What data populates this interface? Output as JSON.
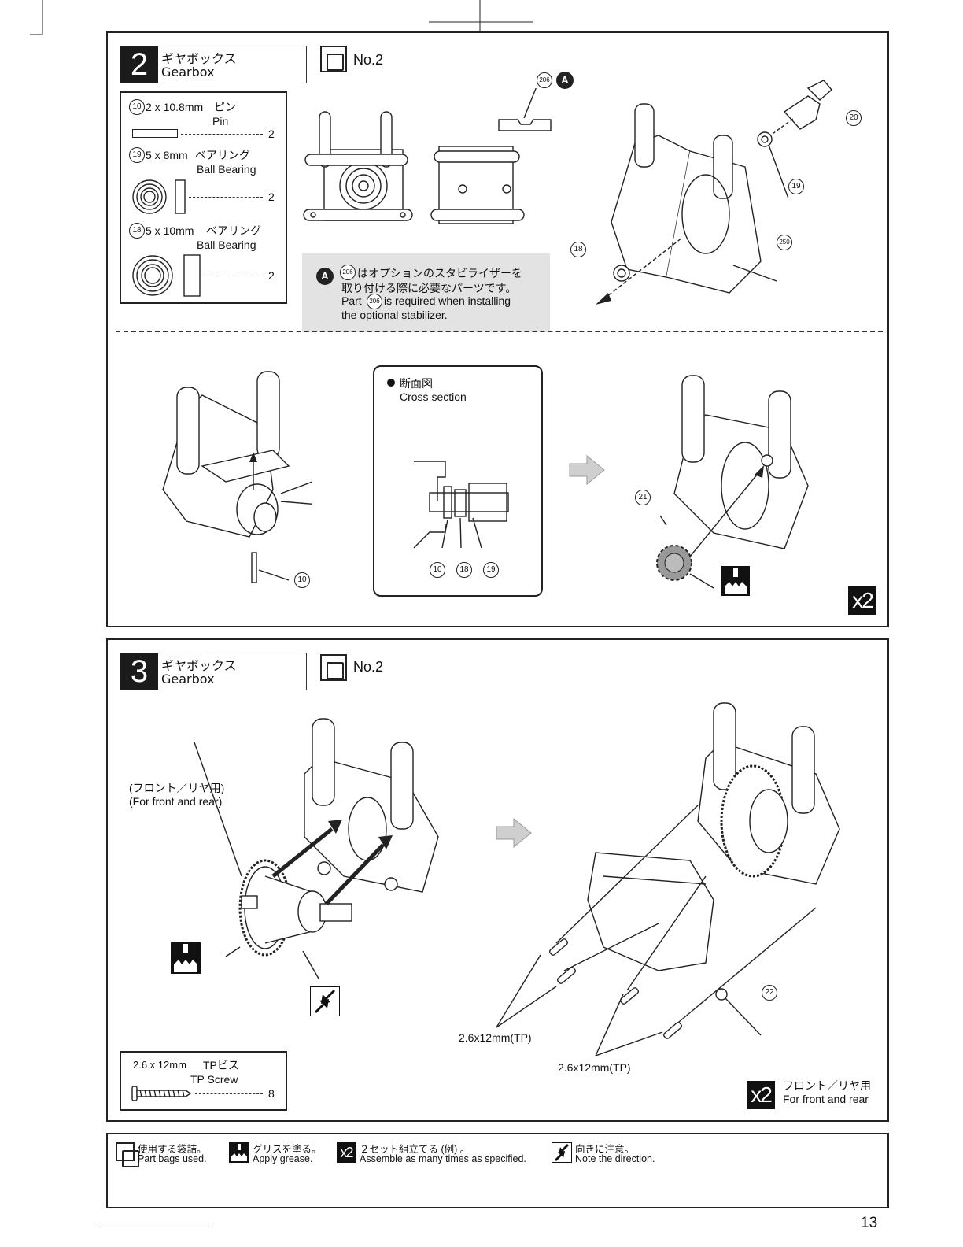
{
  "step2": {
    "number": "2",
    "title_jp": "ギヤボックス",
    "title_en": "Gearbox",
    "bag": "No.2",
    "parts": [
      {
        "num": "10",
        "size": "2 x 10.8mm",
        "name_jp": "ピン",
        "name_en": "Pin",
        "qty": "2"
      },
      {
        "num": "19",
        "size": "5 x 8mm",
        "name_jp": "ベアリング",
        "name_en": "Ball Bearing",
        "qty": "2"
      },
      {
        "num": "18",
        "size": "5 x 10mm",
        "name_jp": "ベアリング",
        "name_en": "Ball Bearing",
        "qty": "2"
      }
    ],
    "note": {
      "badge": "A",
      "line1_jp": "はオプションのスタビライザーを",
      "line2_jp": "取り付ける際に必要なパーツです。",
      "line3_pre": "Part",
      "line3_post": "is required when installing",
      "line4": "the optional stabilizer.",
      "part_num": "206"
    },
    "callouts": {
      "c206": "206",
      "cA": "A",
      "c20": "20",
      "c19": "19",
      "c250": "250",
      "c18": "18",
      "c10": "10",
      "c21": "21"
    },
    "cross_section": {
      "title_jp": "断面図",
      "title_en": "Cross section",
      "labels": [
        "10",
        "18",
        "19"
      ]
    },
    "multiplier": "x2"
  },
  "step3": {
    "number": "3",
    "title_jp": "ギヤボックス",
    "title_en": "Gearbox",
    "bag": "No.2",
    "front_rear_jp": "(フロント／リヤ用)",
    "front_rear_en": "(For front and rear)",
    "screw_label_a": "2.6x12mm(TP)",
    "screw_label_b": "2.6x12mm(TP)",
    "callout_22": "22",
    "parts": [
      {
        "size": "2.6 x 12mm",
        "name_jp": "TPビス",
        "name_en": "TP Screw",
        "qty": "8"
      }
    ],
    "multiplier": "x2",
    "multiplier_jp": "フロント／リヤ用",
    "multiplier_en": "For front and rear"
  },
  "legend": [
    {
      "icon": "bag-icon",
      "jp": "使用する袋詰。",
      "en": "Part bags used."
    },
    {
      "icon": "grease-icon",
      "jp": "グリスを塗る。",
      "en": "Apply grease."
    },
    {
      "icon": "x2-icon",
      "jp": "２セット組立てる (例) 。",
      "en": "Assemble as many times as specified."
    },
    {
      "icon": "direction-icon",
      "jp": "向きに注意。",
      "en": "Note the direction."
    }
  ],
  "page_number": "13"
}
